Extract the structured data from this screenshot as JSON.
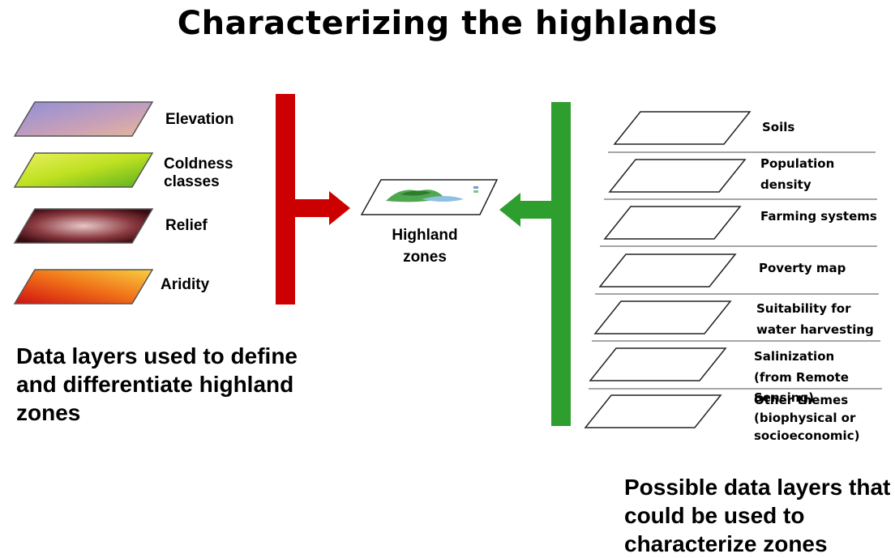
{
  "title": "Characterizing the highlands",
  "left_layers": [
    {
      "label": "Elevation"
    },
    {
      "label": "Coldness classes"
    },
    {
      "label": "Relief"
    },
    {
      "label": "Aridity"
    }
  ],
  "center": {
    "label": "Highland zones"
  },
  "right_layers": [
    {
      "label": "Soils"
    },
    {
      "label": "Population density"
    },
    {
      "label": "Farming systems"
    },
    {
      "label": "Poverty map"
    },
    {
      "label": "Suitability for water harvesting"
    },
    {
      "label": "Salinization (from Remote Sensing)"
    },
    {
      "label": "Other themes (biophysical or socioeconomic)"
    }
  ],
  "left_caption": "Data layers used to define and differentiate highland zones",
  "right_caption": "Possible data layers that could be used to characterize zones",
  "colors": {
    "left_arrow": "#cc0000",
    "right_arrow": "#2e9e2e",
    "divider": "#888888"
  }
}
